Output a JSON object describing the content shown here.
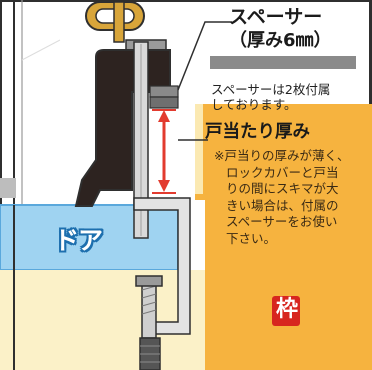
{
  "spacer": {
    "title_line1": "スペーサー",
    "title_line2": "（厚み6㎜）",
    "note_line1": "スペーサーは2枚付属",
    "note_line2": "しております。"
  },
  "thickness": {
    "heading": "戸当たり厚み",
    "caution_lines": [
      "※戸当りの厚みが薄く、",
      "ロックカバーと戸当",
      "りの間にスキマが大",
      "きい場合は、付属の",
      "スペーサーをお使い",
      "下さい。"
    ]
  },
  "door": {
    "label": "ドア"
  },
  "frame": {
    "label": "枠"
  },
  "colors": {
    "outline": "#2f2f2f",
    "wall": "#ffffff",
    "door": "#9fd3f1",
    "door_edge": "#5aa8dc",
    "frame": "#f6b33f",
    "frame_light": "#fbe9b2",
    "clamp": "#2d2320",
    "metal": "#c9c9c9",
    "spacer": "#8a8a8a",
    "arrow": "#e23b2f",
    "gold": "#d8a53a",
    "badge": "#d7261f"
  }
}
